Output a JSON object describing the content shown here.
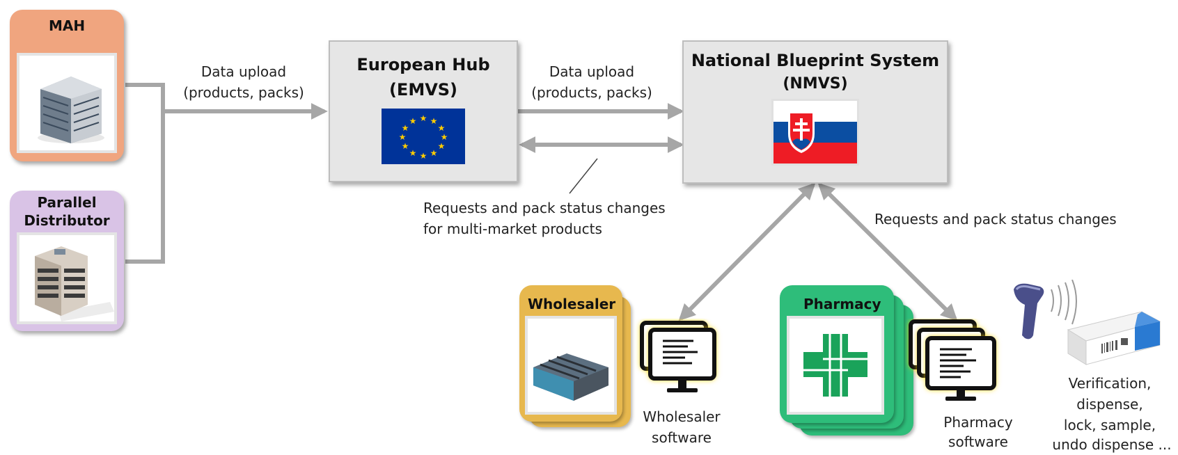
{
  "nodes": {
    "mah": {
      "title": "MAH"
    },
    "parallel": {
      "title_line1": "Parallel",
      "title_line2": "Distributor"
    },
    "hub": {
      "title": "European Hub",
      "subtitle": "(EMVS)"
    },
    "nmvs": {
      "title": "National Blueprint System",
      "subtitle": "(NMVS)"
    },
    "wholesaler": {
      "title": "Wholesaler",
      "software_line1": "Wholesaler",
      "software_line2": "software"
    },
    "pharmacy": {
      "title": "Pharmacy",
      "software_line1": "Pharmacy",
      "software_line2": "software"
    }
  },
  "edges": {
    "upload_left": {
      "line1": "Data upload",
      "line2": "(products, packs)"
    },
    "upload_right": {
      "line1": "Data upload",
      "line2": "(products, packs)"
    },
    "multimarket": {
      "line1": "Requests and pack status changes",
      "line2": "for multi-market products"
    },
    "national": {
      "text": "Requests and pack status changes"
    }
  },
  "actions": {
    "line1": "Verification,",
    "line2": "dispense,",
    "line3": "lock, sample,",
    "line4": "undo dispense ..."
  },
  "colors": {
    "mah_card": "#f0a57f",
    "parallel_card": "#d9c3e6",
    "wholesaler_card": "#e7b84e",
    "pharmacy_card": "#2ebd7a",
    "connector": "#a6a6a6",
    "hub_fill": "#e6e6e6",
    "eu_blue": "#003399",
    "eu_star": "#ffcc00"
  }
}
